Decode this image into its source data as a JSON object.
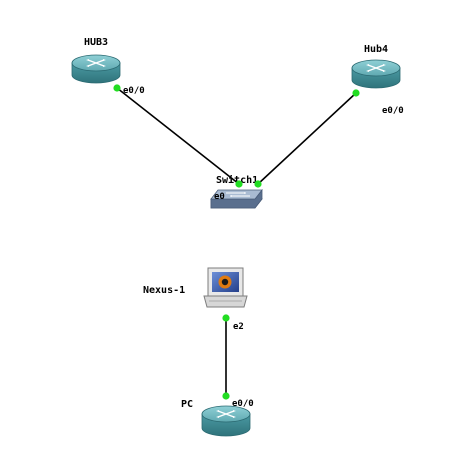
{
  "colors": {
    "link": "#000000",
    "port_dot": "#22dd22",
    "router_top": "#6fb8c0",
    "router_side": "#3f8d96",
    "switch_top": "#9eb1c8",
    "switch_side": "#6f86a6"
  },
  "devices": [
    {
      "id": "hub3",
      "label": "HUB3",
      "icon": "router-icon"
    },
    {
      "id": "hub4",
      "label": "Hub4",
      "icon": "router-icon"
    },
    {
      "id": "switch1",
      "label": "Switch1",
      "icon": "switch-icon"
    },
    {
      "id": "nexus1",
      "label": "Nexus-1",
      "icon": "workstation-icon"
    },
    {
      "id": "pc",
      "label": "PC",
      "icon": "router-icon"
    }
  ],
  "links": [
    {
      "from": "hub3",
      "from_port": "e0/0",
      "to": "switch1",
      "to_port": "e0"
    },
    {
      "from": "hub4",
      "from_port": "e0/0",
      "to": "switch1",
      "to_port": ""
    },
    {
      "from": "nexus1",
      "from_port": "e2",
      "to": "pc",
      "to_port": "e0/0"
    }
  ]
}
